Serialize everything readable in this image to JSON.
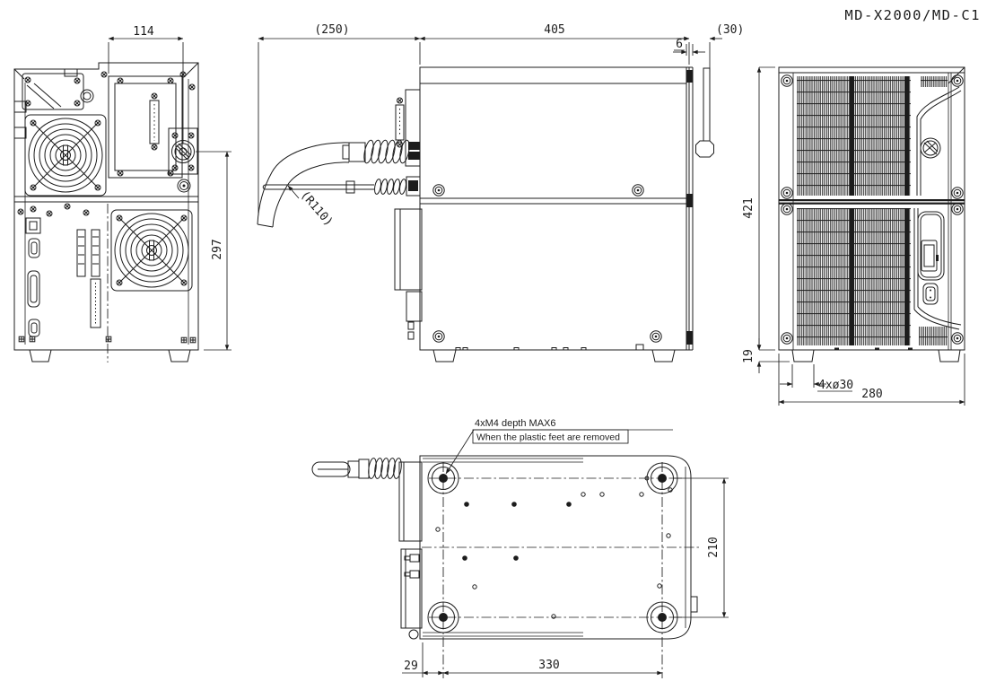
{
  "title": "MD-X2000/MD-C1",
  "colors": {
    "line": "#1c1c1c",
    "background": "#ffffff"
  },
  "drawing": {
    "rear_view": {
      "dim_connector_panel_width": "114",
      "dim_connector_height": "297"
    },
    "side_view": {
      "dim_cable_clearance": "(250)",
      "dim_body_depth": "405",
      "dim_front_gap": "6",
      "dim_front_protrusion": "(30)",
      "dim_cable_bend_radius": "(R110)"
    },
    "front_view": {
      "dim_body_height": "421",
      "dim_foot_height": "19",
      "dim_feet": "4xø30",
      "dim_body_width": "280"
    },
    "bottom_view": {
      "note_line1": "4xM4 depth MAX6",
      "note_line2": "When the plastic feet are removed",
      "dim_foot_edge_offset": "29",
      "dim_foot_spacing_length": "330",
      "dim_foot_spacing_width": "210"
    }
  }
}
